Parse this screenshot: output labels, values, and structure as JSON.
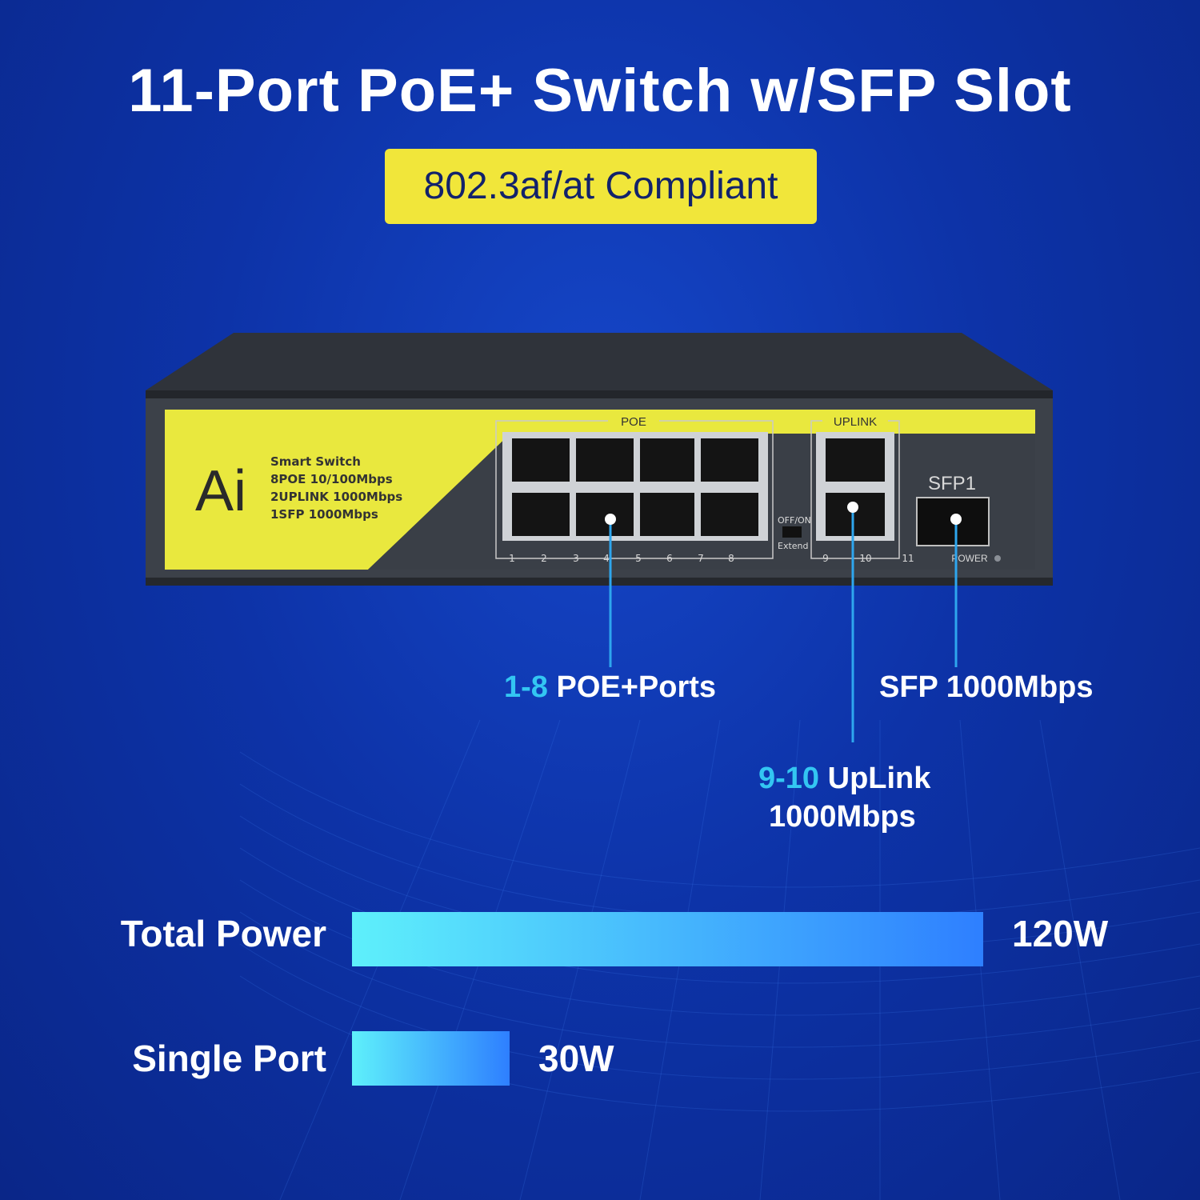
{
  "header": {
    "title": "11-Port PoE+ Switch w/SFP Slot",
    "badge": "802.3af/at Compliant"
  },
  "device": {
    "brand": "Ai",
    "specs": [
      "Smart Switch",
      "8POE 10/100Mbps",
      "2UPLINK 1000Mbps",
      "1SFP 1000Mbps"
    ],
    "poe_group_label": "POE",
    "uplink_group_label": "UPLINK",
    "sfp_label": "SFP1",
    "switch_labels": [
      "OFF/ON",
      "Extend"
    ],
    "power_label": "POWER",
    "port_numbers": [
      "1",
      "2",
      "3",
      "4",
      "5",
      "6",
      "7",
      "8",
      "9",
      "10",
      "11"
    ]
  },
  "callouts": {
    "poe": {
      "highlight": "1-8",
      "text": " POE+Ports"
    },
    "uplink": {
      "highlight": "9-10",
      "text": " UpLink",
      "line2": "1000Mbps"
    },
    "sfp": {
      "text": "SFP 1000Mbps"
    }
  },
  "power_chart": {
    "bars": [
      {
        "label": "Total Power",
        "value": 120,
        "value_label": "120W"
      },
      {
        "label": "Single Port",
        "value": 30,
        "value_label": "30W"
      }
    ],
    "gradient": [
      "#5ef0fb",
      "#2e7fff"
    ]
  }
}
